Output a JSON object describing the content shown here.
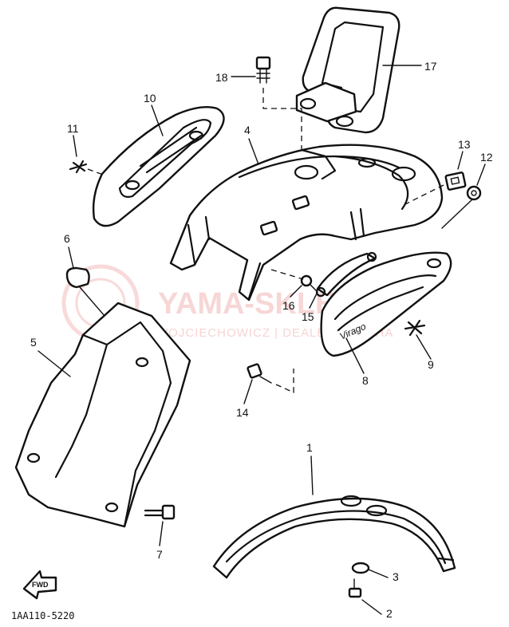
{
  "diagram": {
    "code": "1AA110-5220",
    "fwd_label": "FWD",
    "watermark": {
      "brand": "YAMA-SKLEP.PL",
      "subtitle": "WOJCIECHOWICZ | DEALER YAMAHA"
    },
    "part_numbers": [
      "1",
      "2",
      "3",
      "4",
      "5",
      "6",
      "7",
      "8",
      "9",
      "10",
      "11",
      "12",
      "13",
      "14",
      "15",
      "16",
      "17",
      "18"
    ],
    "emblem_text": "Virago"
  }
}
